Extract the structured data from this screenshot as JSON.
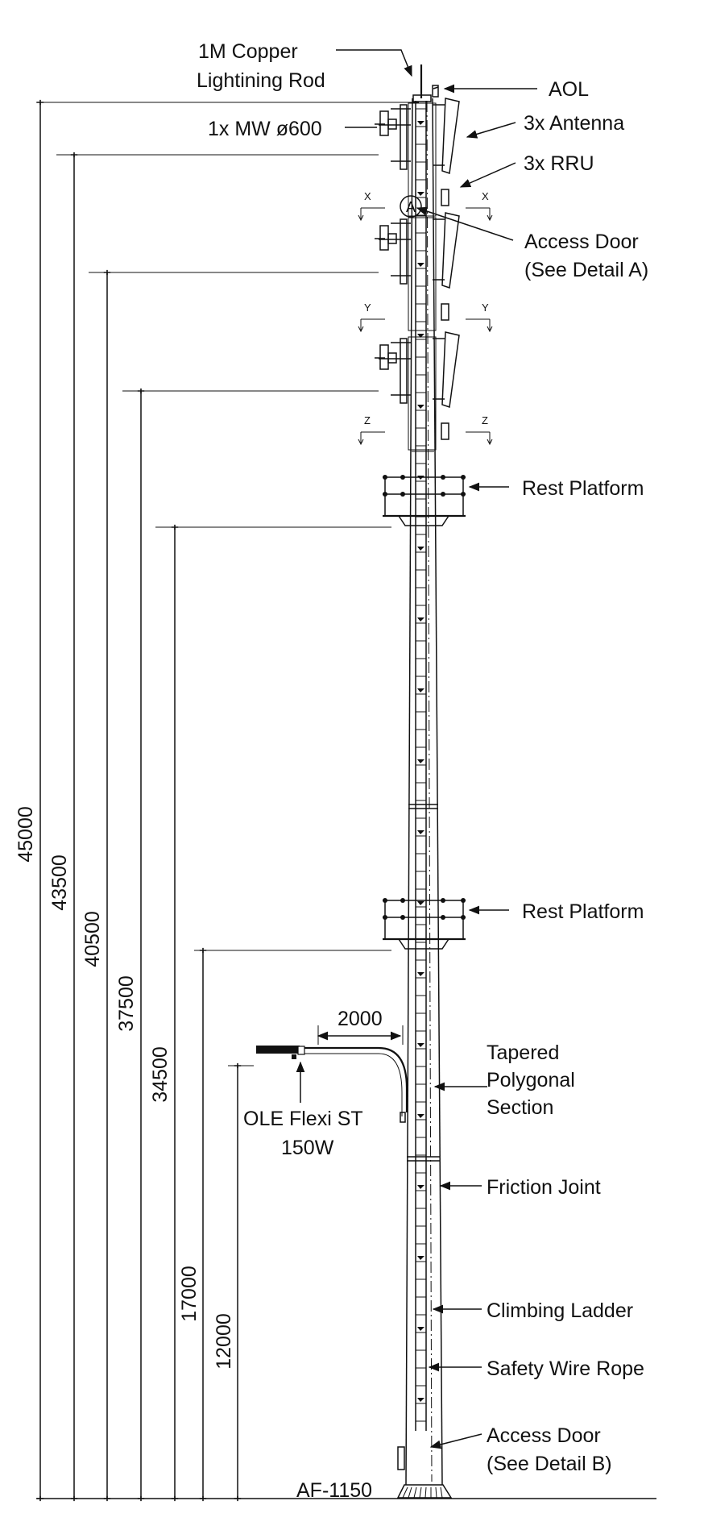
{
  "labels": {
    "rod_line1": "1M Copper",
    "rod_line2": "Lightining Rod",
    "aol": "AOL",
    "antenna": "3x Antenna",
    "mw": "1x MW ø600",
    "rru": "3x RRU",
    "access_a_line1": "Access Door",
    "access_a_line2": "(See Detail A)",
    "rest_platform_1": "Rest Platform",
    "rest_platform_2": "Rest Platform",
    "span_2000": "2000",
    "ole_line1": "OLE Flexi ST",
    "ole_line2": "150W",
    "tapered_line1": "Tapered",
    "tapered_line2": "Polygonal",
    "tapered_line3": "Section",
    "friction_joint": "Friction Joint",
    "climbing_ladder": "Climbing Ladder",
    "safety_wire": "Safety Wire Rope",
    "access_b_line1": "Access Door",
    "access_b_line2": "(See Detail B)",
    "foundation": "AF-1150",
    "detail_a_marker": "A"
  },
  "sections": {
    "x_left": "X",
    "x_right": "X",
    "y_left": "Y",
    "y_right": "Y",
    "z_left": "Z",
    "z_right": "Z"
  },
  "dimensions": [
    {
      "id": "d45000",
      "label": "45000"
    },
    {
      "id": "d43500",
      "label": "43500"
    },
    {
      "id": "d40500",
      "label": "40500"
    },
    {
      "id": "d37500",
      "label": "37500"
    },
    {
      "id": "d34500",
      "label": "34500"
    },
    {
      "id": "d17000",
      "label": "17000"
    },
    {
      "id": "d12000",
      "label": "12000"
    }
  ]
}
